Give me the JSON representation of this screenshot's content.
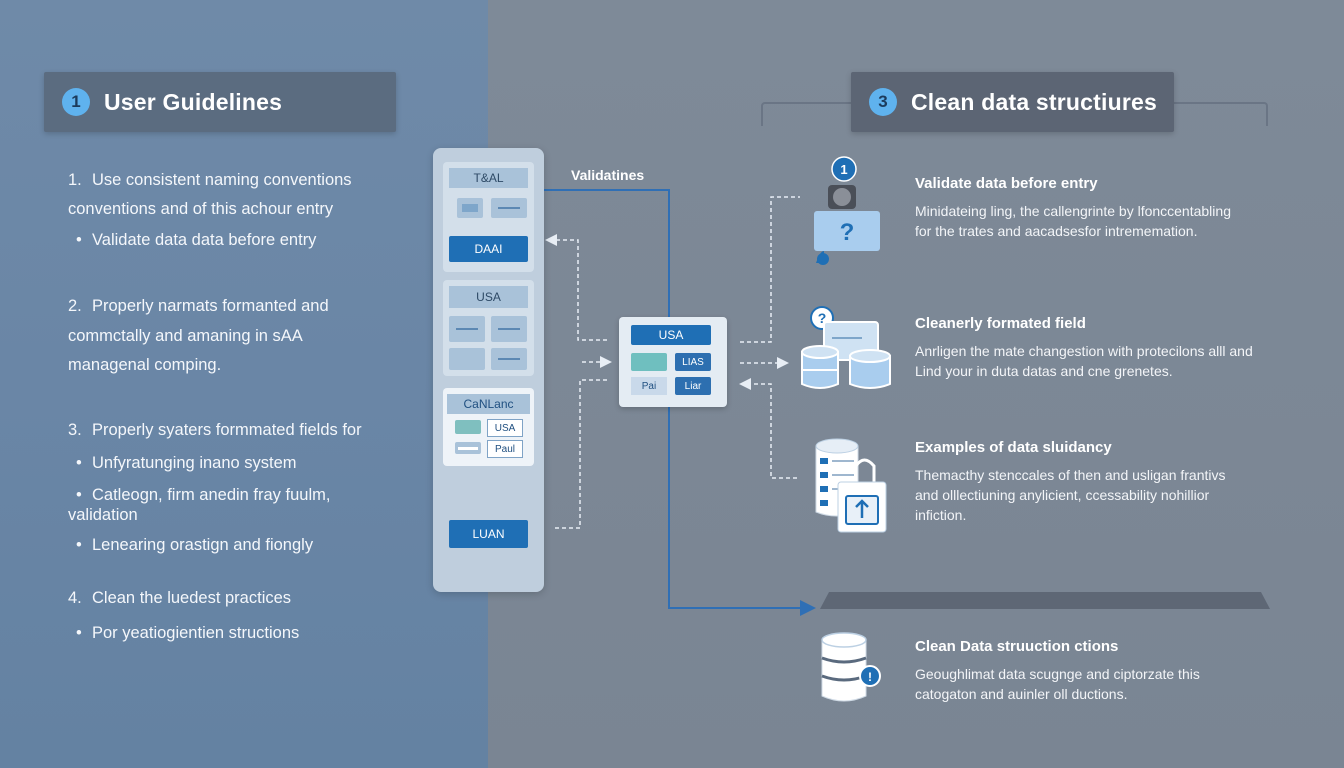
{
  "left_header": {
    "number": "1",
    "title": "User Guidelines"
  },
  "right_header": {
    "number": "3",
    "title": "Clean data structiures"
  },
  "guidelines": [
    {
      "type": "num",
      "num": "1.",
      "text": "Use consistent naming conventions"
    },
    {
      "type": "cont",
      "text": "conventions and of this achour entry"
    },
    {
      "type": "bullet",
      "text": "Validate data data before entry"
    },
    {
      "type": "num",
      "num": "2.",
      "text": "Properly narmats formanted and"
    },
    {
      "type": "cont",
      "text": "commctally and amaning in sAA"
    },
    {
      "type": "cont",
      "text": "managenal comping."
    },
    {
      "type": "num",
      "num": "3.",
      "text": "Properly syaters formmated fields for"
    },
    {
      "type": "bullet",
      "text": "Unfyratunging inano system"
    },
    {
      "type": "bullet",
      "text": "Catleogn, firm anedin fray fuulm,"
    },
    {
      "type": "cont",
      "text": "validation"
    },
    {
      "type": "bullet",
      "text": "Lenearing orastign and fiongly"
    },
    {
      "type": "num",
      "num": "4.",
      "text": "Clean the luedest practices"
    },
    {
      "type": "bullet",
      "text": "Por yeatiogientien structions"
    }
  ],
  "diagram": {
    "validatines_label": "Validatines",
    "panel": {
      "card1_label": "T&AL",
      "card1_button": "DAAI",
      "card2_label": "USA",
      "card3_label": "CaNLanc",
      "card3_tag1": "USA",
      "card3_tag2": "Paul",
      "bottom_button": "LUAN"
    },
    "center": {
      "top_button": "USA",
      "tag1": "LIAS",
      "tag2": "Pai",
      "tag3": "Liar"
    },
    "icon_badge_number": "1"
  },
  "sections": [
    {
      "title": "Validate data before entry",
      "desc1": "Minidateing ling, the callengrinte by lfonccentabling",
      "desc2": "for the trates and aacadsesfor intrememation."
    },
    {
      "title": "Cleanerly formated field",
      "desc1": "Anrligen the mate changestion with protecilons alll and",
      "desc2": "Lind your in duta datas and cne grenetes."
    },
    {
      "title": "Examples of data sluidancy",
      "desc1": "Themacthy stenccales of then and usligan frantivs",
      "desc2": "and olllectiuning anylicient, ccessability nohillior",
      "desc3": "infiction."
    },
    {
      "title": "Clean Data struuction ctions",
      "desc1": "Geoughlimat data scugnge and ciptorzate this",
      "desc2": "catogaton and auinler oll ductions."
    }
  ],
  "colors": {
    "accent": "#5fb2ee",
    "button_blue": "#1f6fb5",
    "connector": "#2f6fb5",
    "dashed": "#e8eef5"
  }
}
